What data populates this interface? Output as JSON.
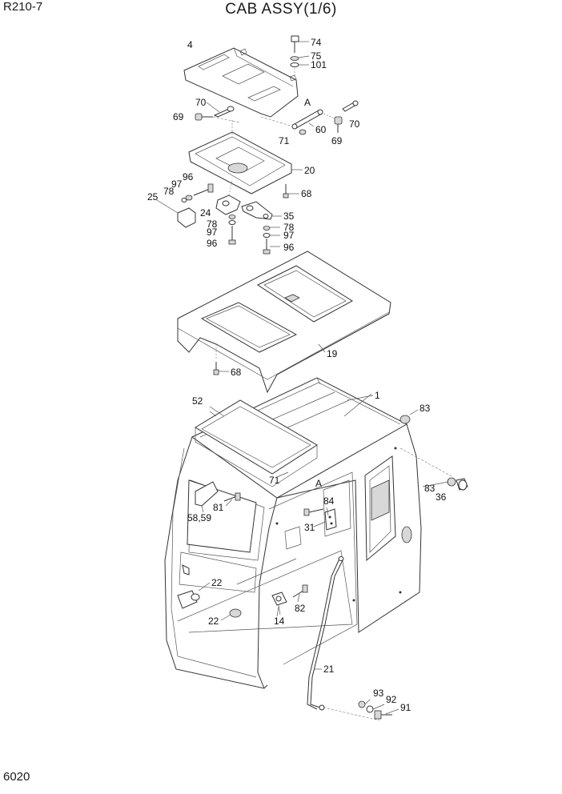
{
  "header": {
    "model": "R210-7",
    "title": "CAB ASSY(1/6)"
  },
  "footer": {
    "page_number": "6020"
  },
  "callouts": {
    "c4": "4",
    "c74": "74",
    "c75": "75",
    "c101": "101",
    "c70a": "70",
    "c69a": "69",
    "cA1": "A",
    "c60": "60",
    "c70b": "70",
    "c71a": "71",
    "c69b": "69",
    "c20": "20",
    "c96a": "96",
    "c97a": "97",
    "c78a": "78",
    "c25": "25",
    "c68a": "68",
    "c24": "24",
    "c35": "35",
    "c78b": "78",
    "c97b": "97",
    "c96b": "96",
    "c78c": "78",
    "c97c": "97",
    "c96c": "96",
    "c19": "19",
    "c68b": "68",
    "c52": "52",
    "c1": "1",
    "c83a": "83",
    "c71b": "71",
    "cA2": "A",
    "c83b": "83",
    "c36": "36",
    "c81": "81",
    "c84": "84",
    "c5859": "58,59",
    "c31": "31",
    "c22a": "22",
    "c82": "82",
    "c22b": "22",
    "c14": "14",
    "c21": "21",
    "c93": "93",
    "c92": "92",
    "c91": "91"
  }
}
